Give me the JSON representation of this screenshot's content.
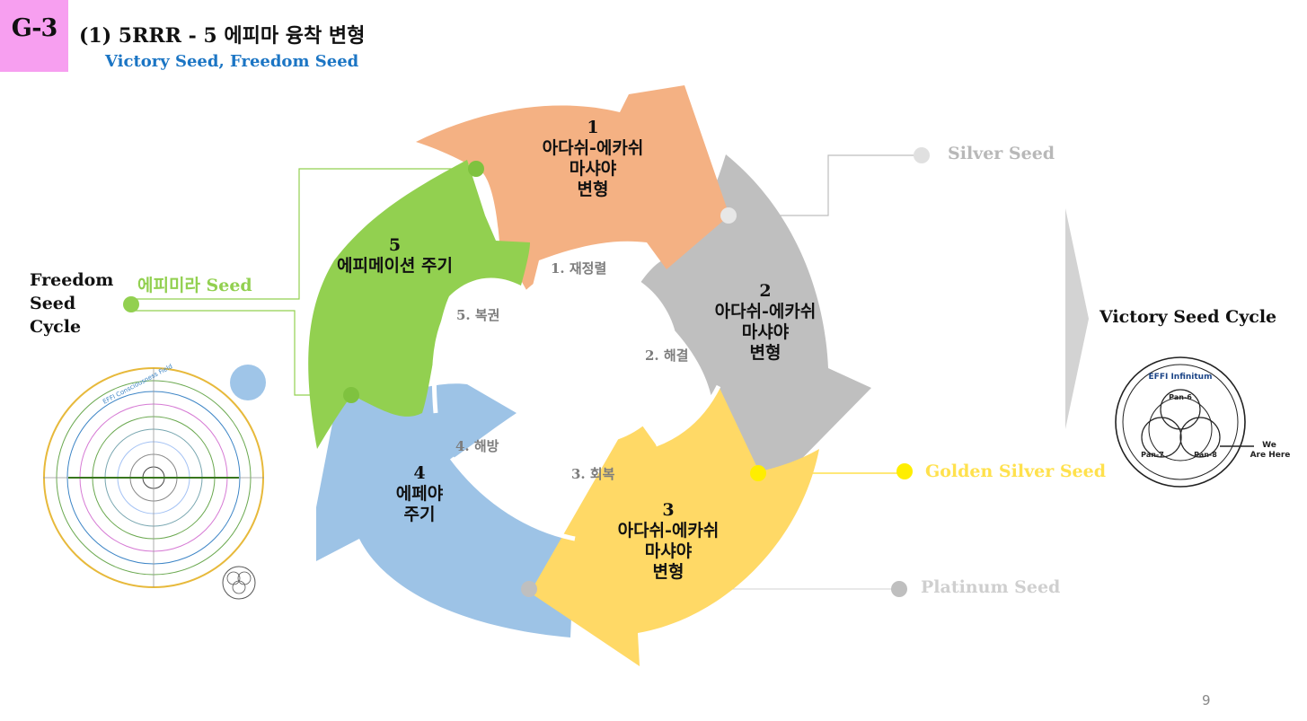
{
  "header": {
    "badge": "G-3",
    "title": "(1)  5RRR - 5 에피마 융착 변형",
    "subtitle": "Victory Seed, Freedom Seed"
  },
  "cycle": {
    "segments": [
      {
        "number": "1",
        "label_lines": [
          "아다쉬-에카쉬",
          "마샤야",
          "변형"
        ],
        "step": "1. 재정렬",
        "color": "#f4b183"
      },
      {
        "number": "2",
        "label_lines": [
          "아다쉬-에카쉬",
          "마샤야",
          "변형"
        ],
        "step": "2. 해결",
        "color": "#bfbfbf"
      },
      {
        "number": "3",
        "label_lines": [
          "아다쉬-에카쉬",
          "마샤야",
          "변형"
        ],
        "step": "3. 회복",
        "color": "#ffd966"
      },
      {
        "number": "4",
        "label_lines": [
          "에페야",
          "주기"
        ],
        "step": "4. 해방",
        "color": "#9dc3e6"
      },
      {
        "number": "5",
        "label_lines": [
          "에피메이션 주기"
        ],
        "step": "5. 복권",
        "color": "#92d050"
      }
    ]
  },
  "seeds": {
    "silver": {
      "label": "Silver Seed",
      "color": "#bfbfbf"
    },
    "golden_silver": {
      "label": "Golden Silver Seed",
      "color": "#ffe14d"
    },
    "platinum": {
      "label": "Platinum Seed",
      "color": "#c8c8c8"
    },
    "epimira": {
      "label": "에피미라 Seed",
      "color": "#92d050"
    }
  },
  "left": {
    "freedom_cycle_lines": [
      "Freedom",
      "Seed",
      "Cycle"
    ]
  },
  "right": {
    "victory_cycle": "Victory Seed Cycle",
    "victory_diagram": {
      "title": "EFFI Infinitum",
      "circles": [
        "Pan-6",
        "Pan-7",
        "Pan-8"
      ],
      "marker_lines": [
        "We",
        "Are Here"
      ]
    }
  },
  "mini_field": {
    "title": "EFFI Consciousness Field"
  },
  "footer": {
    "page": "9"
  }
}
